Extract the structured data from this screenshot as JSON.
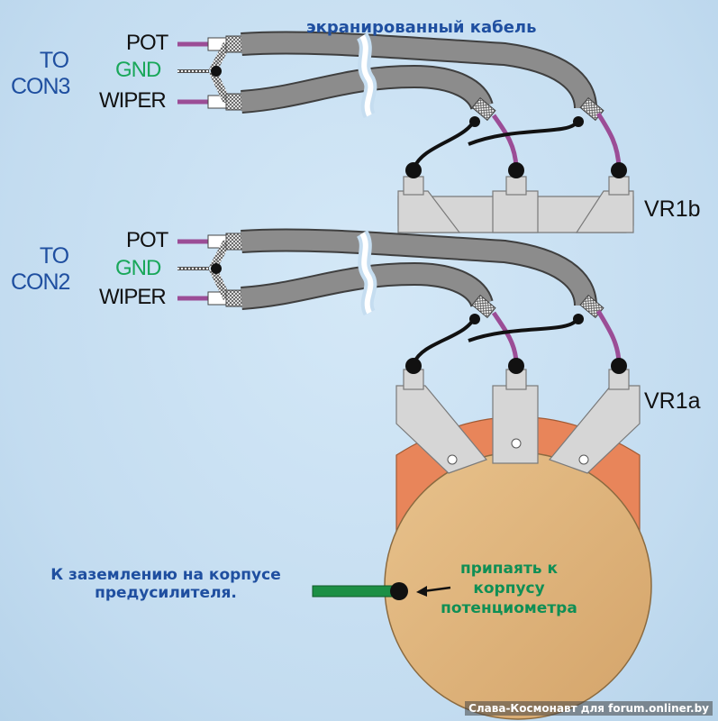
{
  "cable_title": "экранированный кабель",
  "group_top": {
    "to_line1": "TO",
    "to_line2": "CON3",
    "pins": [
      "POT",
      "GND",
      "WIPER"
    ],
    "pot_label": "VR1b"
  },
  "group_bottom": {
    "to_line1": "TO",
    "to_line2": "CON2",
    "pins": [
      "POT",
      "GND",
      "WIPER"
    ],
    "pot_label": "VR1a"
  },
  "ground_note": [
    "К заземлению на корпусе",
    "предусилителя."
  ],
  "solder_note": [
    "припаять к",
    "корпусу",
    "потенциометра"
  ],
  "credit": "Слава-Космонавт для forum.onliner.by",
  "colors": {
    "background": "#c5ddf0",
    "cable": "#8c8c8c",
    "signal_wire": "#9b4d96",
    "ground_wire": "#1a1a1a",
    "terminal": "#d6d6d6",
    "pot_track": "#e8855a",
    "pot_body": "#ddb078",
    "ground_lead": "#1c8f45",
    "label_blue": "#1f4fa0",
    "gnd_green": "#19a75a"
  }
}
